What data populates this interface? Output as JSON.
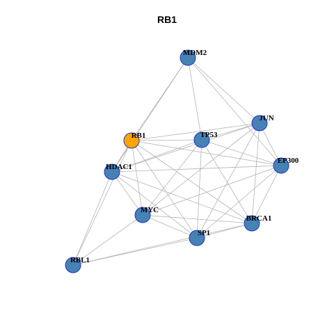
{
  "title": "RB1",
  "colors": {
    "node_default": "#4682b4",
    "node_highlight": "#ffa500",
    "node_border": "#2233cc",
    "edge": "#b3b3b3"
  },
  "nodes": [
    {
      "id": "MDM2",
      "label": "MDM2",
      "highlight": false
    },
    {
      "id": "JUN",
      "label": "JUN",
      "highlight": false
    },
    {
      "id": "RB1",
      "label": "RB1",
      "highlight": true
    },
    {
      "id": "TP53",
      "label": "TP53",
      "highlight": false
    },
    {
      "id": "EP300",
      "label": "EP300",
      "highlight": false
    },
    {
      "id": "HDAC1",
      "label": "HDAC1",
      "highlight": false
    },
    {
      "id": "MYC",
      "label": "MYC",
      "highlight": false
    },
    {
      "id": "BRCA1",
      "label": "BRCA1",
      "highlight": false
    },
    {
      "id": "SP1",
      "label": "SP1",
      "highlight": false
    },
    {
      "id": "RBL1",
      "label": "RBL1",
      "highlight": false
    }
  ],
  "edges": [
    [
      "MDM2",
      "RB1"
    ],
    [
      "MDM2",
      "HDAC1"
    ],
    [
      "MDM2",
      "TP53"
    ],
    [
      "MDM2",
      "JUN"
    ],
    [
      "MDM2",
      "EP300"
    ],
    [
      "RB1",
      "TP53"
    ],
    [
      "RB1",
      "JUN"
    ],
    [
      "RB1",
      "EP300"
    ],
    [
      "RB1",
      "HDAC1"
    ],
    [
      "RB1",
      "MYC"
    ],
    [
      "RB1",
      "SP1"
    ],
    [
      "RB1",
      "BRCA1"
    ],
    [
      "RB1",
      "RBL1"
    ],
    [
      "JUN",
      "TP53"
    ],
    [
      "JUN",
      "HDAC1"
    ],
    [
      "JUN",
      "EP300"
    ],
    [
      "JUN",
      "MYC"
    ],
    [
      "JUN",
      "SP1"
    ],
    [
      "JUN",
      "BRCA1"
    ],
    [
      "TP53",
      "HDAC1"
    ],
    [
      "TP53",
      "EP300"
    ],
    [
      "TP53",
      "MYC"
    ],
    [
      "TP53",
      "SP1"
    ],
    [
      "TP53",
      "BRCA1"
    ],
    [
      "EP300",
      "HDAC1"
    ],
    [
      "EP300",
      "MYC"
    ],
    [
      "EP300",
      "SP1"
    ],
    [
      "EP300",
      "BRCA1"
    ],
    [
      "HDAC1",
      "MYC"
    ],
    [
      "HDAC1",
      "SP1"
    ],
    [
      "HDAC1",
      "BRCA1"
    ],
    [
      "HDAC1",
      "RBL1"
    ],
    [
      "MYC",
      "SP1"
    ],
    [
      "MYC",
      "BRCA1"
    ],
    [
      "MYC",
      "RBL1"
    ],
    [
      "SP1",
      "BRCA1"
    ],
    [
      "SP1",
      "RBL1"
    ],
    [
      "BRCA1",
      "RBL1"
    ]
  ]
}
